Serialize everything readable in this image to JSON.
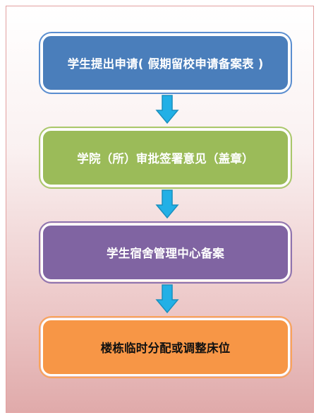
{
  "steps": [
    {
      "label": "学生提出申请( 假期留校申请备案表 )",
      "color": "#4a7ebb"
    },
    {
      "label": "学院（所）审批签署意见（盖章）",
      "color": "#9bbb59"
    },
    {
      "label": "学生宿舍管理中心备案",
      "color": "#8064a2"
    },
    {
      "label": "楼栋临时分配或调整床位",
      "color": "#f79646"
    }
  ],
  "arrow_color": "#22b0e6",
  "arrow_icon": "arrow-down-icon"
}
